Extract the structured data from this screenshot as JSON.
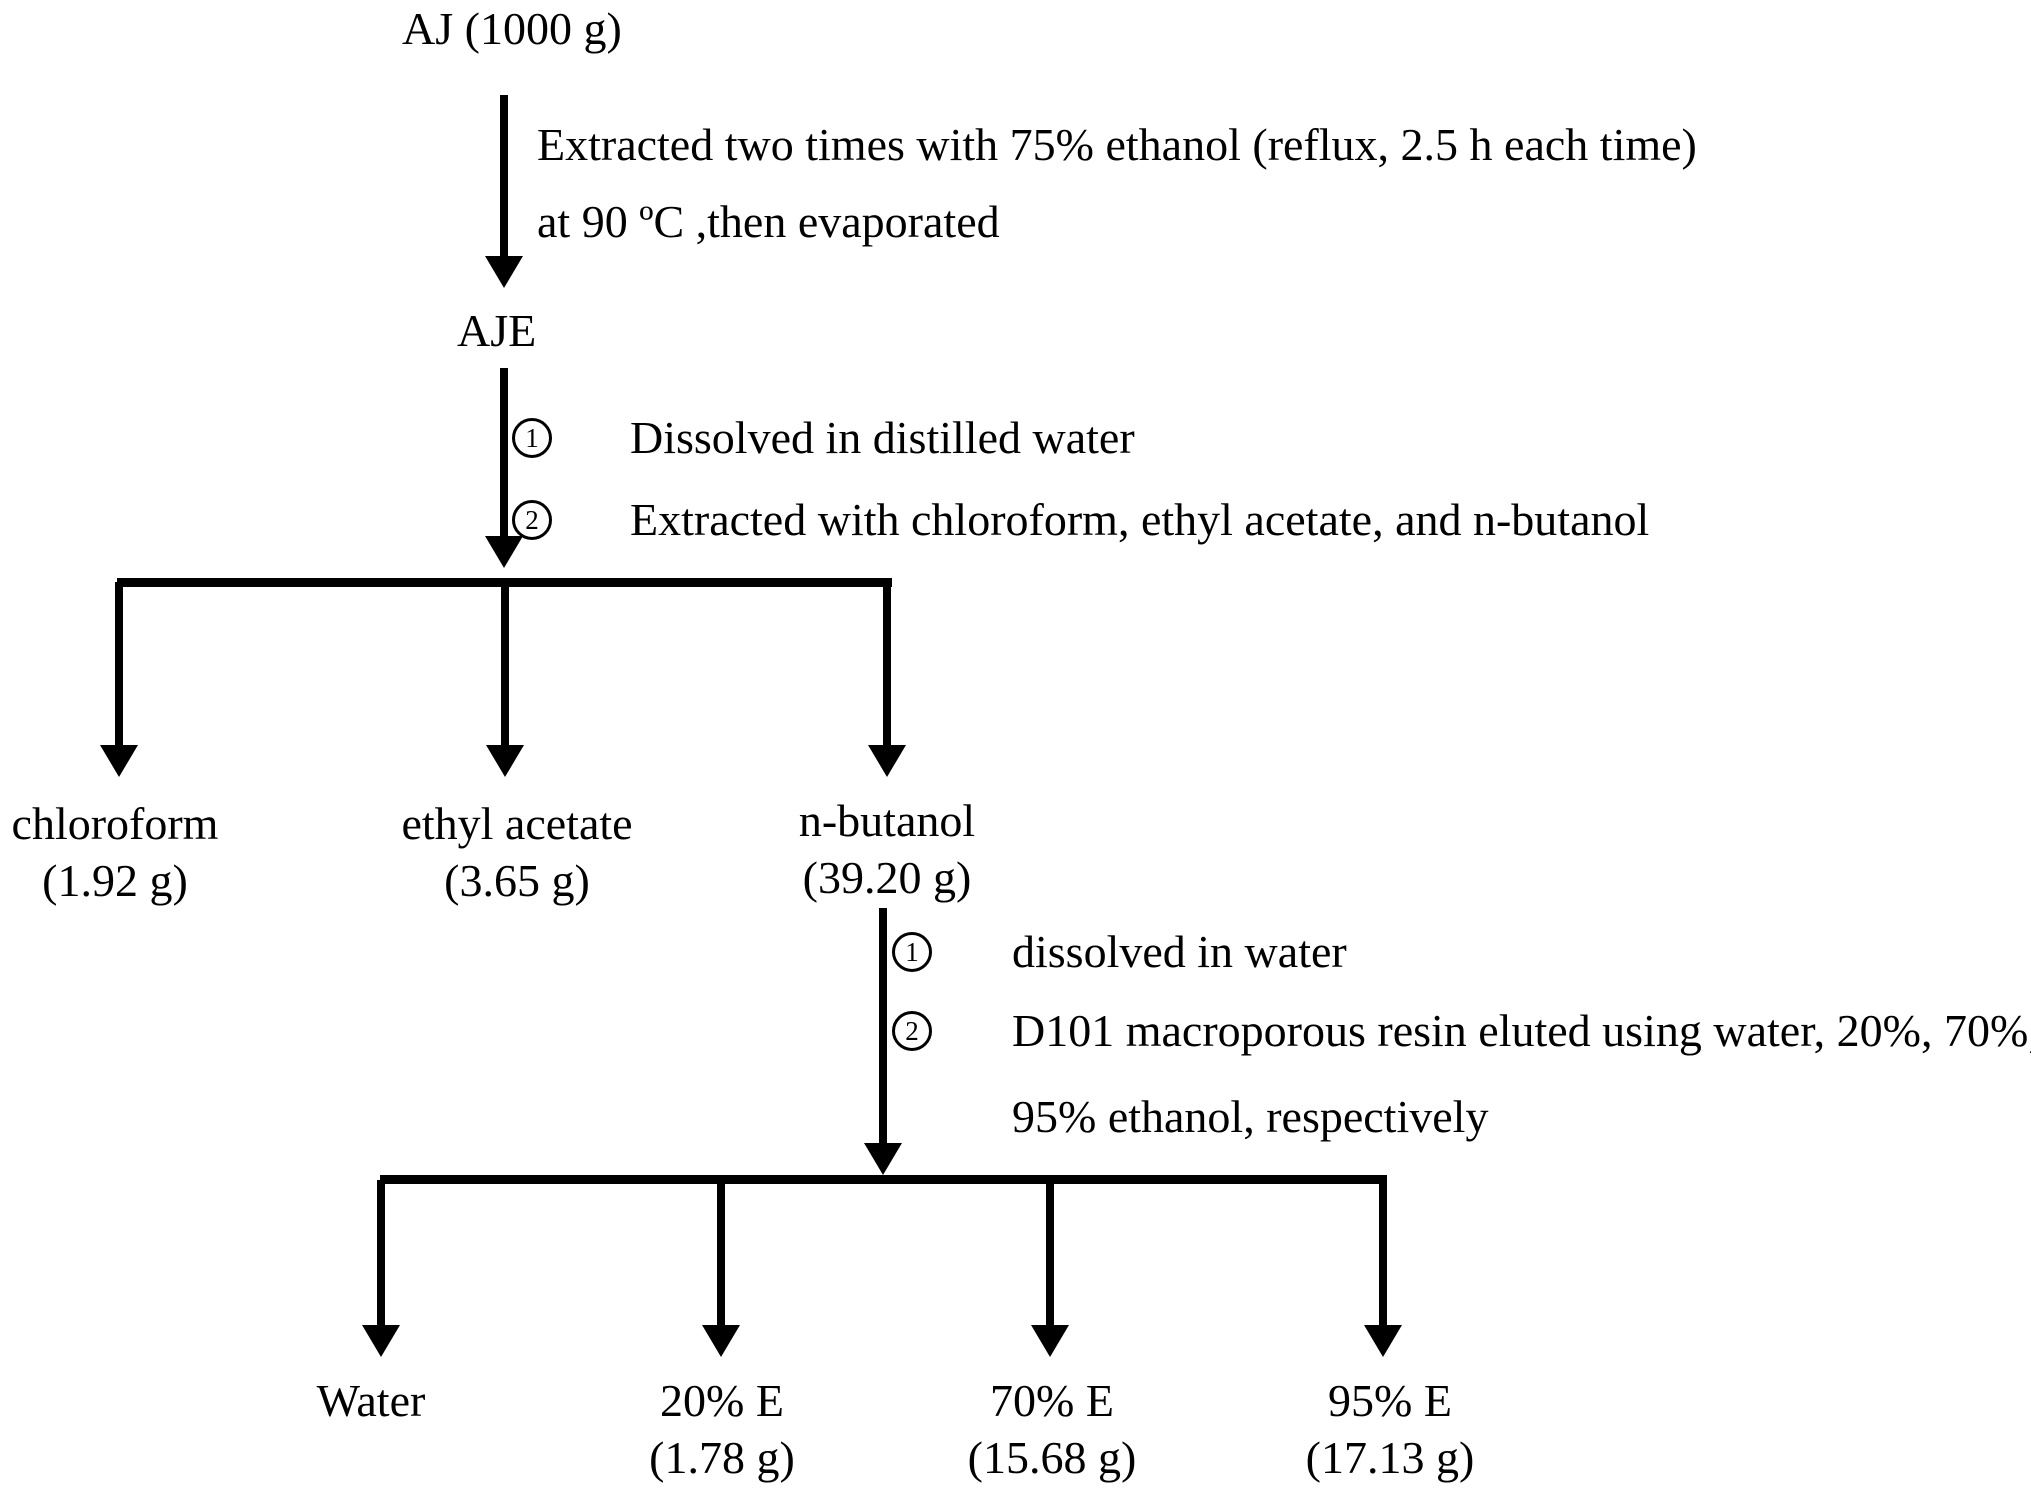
{
  "flow": {
    "root_label": "AJ (1000 g)",
    "step1": {
      "line1": "Extracted two times with 75% ethanol (reflux, 2.5 h each time)",
      "line2": "at 90 ºC ,then evaporated"
    },
    "aje_label": "AJE",
    "step2": {
      "num1": "1",
      "item1": "Dissolved in distilled water",
      "num2": "2",
      "item2": "Extracted with chloroform, ethyl acetate, and n-butanol"
    },
    "fractions1": [
      {
        "name": "chloroform",
        "amount": "(1.92 g)"
      },
      {
        "name": "ethyl acetate",
        "amount": "(3.65 g)"
      },
      {
        "name": "n-butanol",
        "amount": "(39.20 g)"
      }
    ],
    "step3": {
      "num1": "1",
      "item1": "dissolved in water",
      "num2": "2",
      "item2_line1": "D101 macroporous resin eluted using water, 20%, 70%,",
      "item2_line2": "95% ethanol, respectively"
    },
    "fractions2": [
      {
        "name": "Water",
        "amount": ""
      },
      {
        "name": "20% E",
        "amount": "(1.78 g)"
      },
      {
        "name": "70% E",
        "amount": "(15.68 g)"
      },
      {
        "name": "95% E",
        "amount": "(17.13 g)"
      }
    ],
    "colors": {
      "line": "#000000",
      "text": "#000000",
      "background": "#ffffff"
    }
  }
}
